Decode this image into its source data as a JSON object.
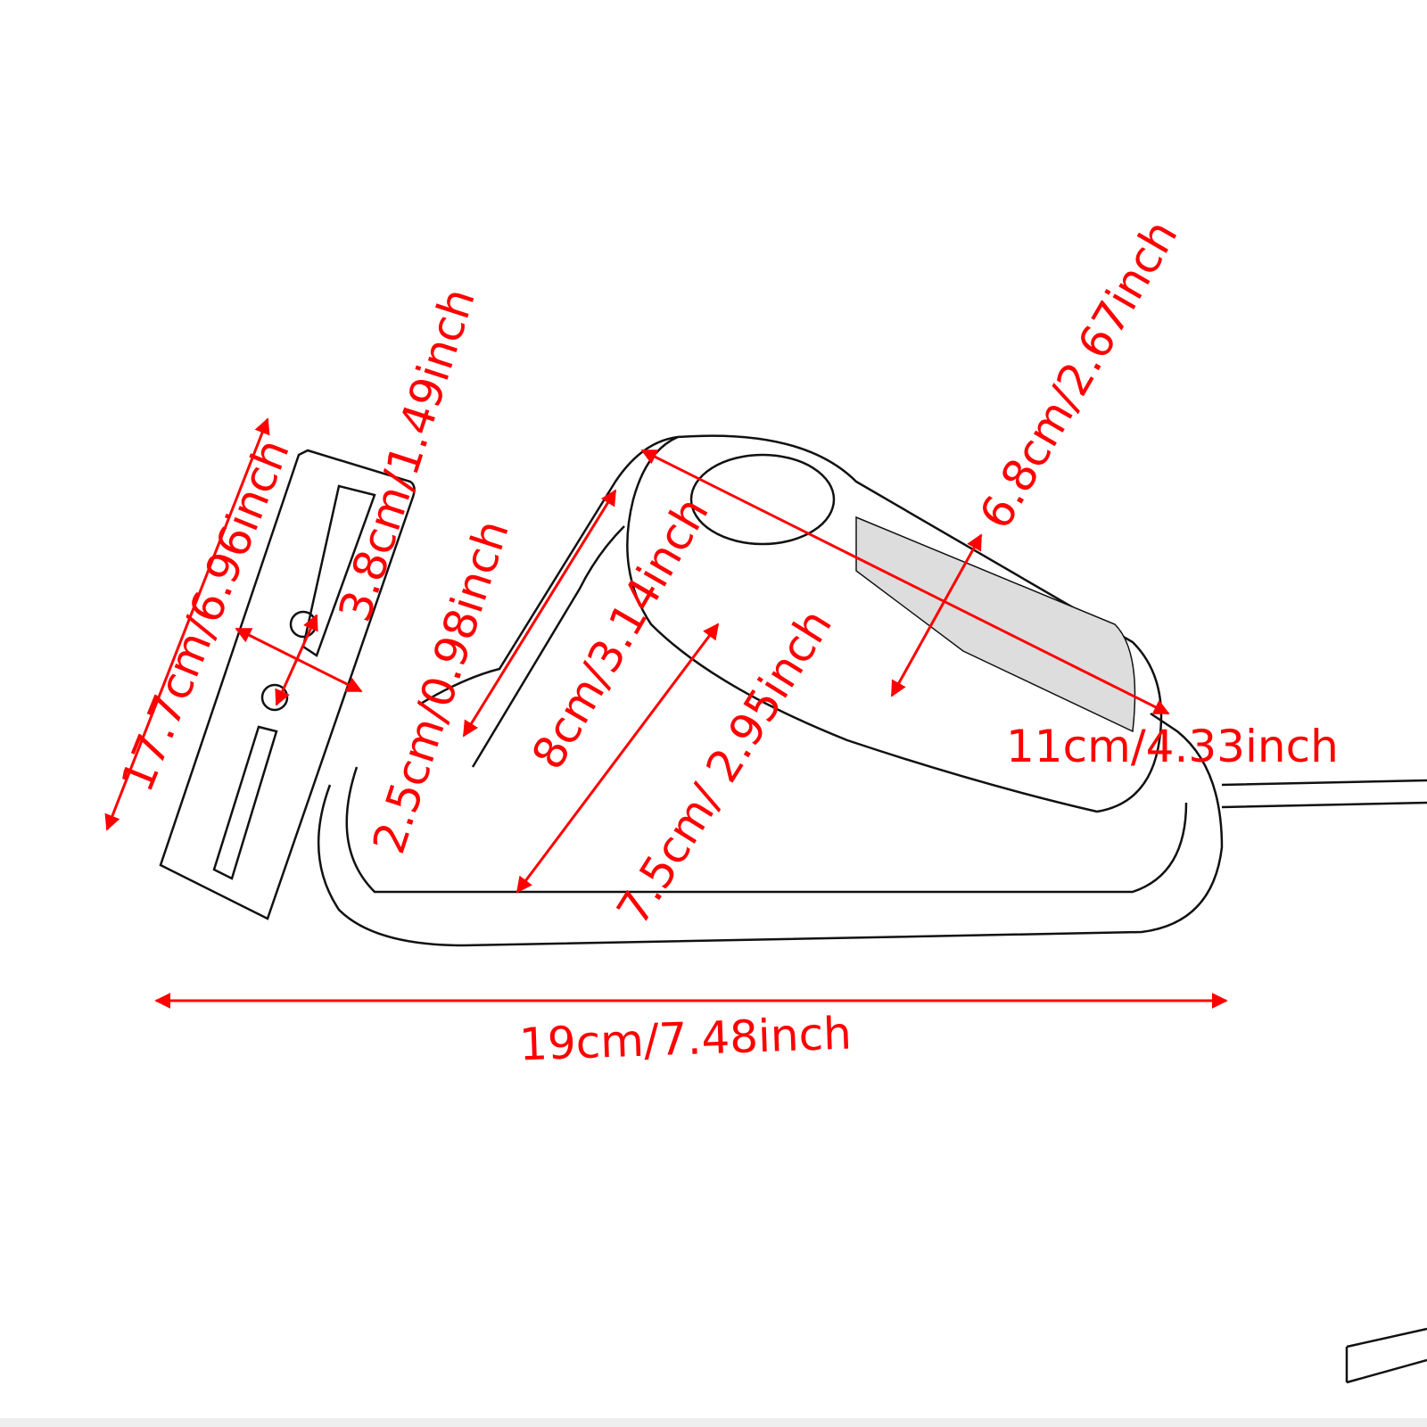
{
  "dimensions": {
    "bracket_height": "17.7cm/6.96inch",
    "slot_length": "3.8cm/1.49inch",
    "bracket_width": "2.5cm/0.98inch",
    "neck_length": "8cm/3.14inch",
    "body_height": "7.5cm/ 2.95inch",
    "lens_width": "6.8cm/2.67inch",
    "lens_length": "11cm/4.33inch",
    "total_length": "19cm/7.48inch"
  },
  "colors": {
    "annotation": "#ff0000",
    "outline": "#000000"
  }
}
